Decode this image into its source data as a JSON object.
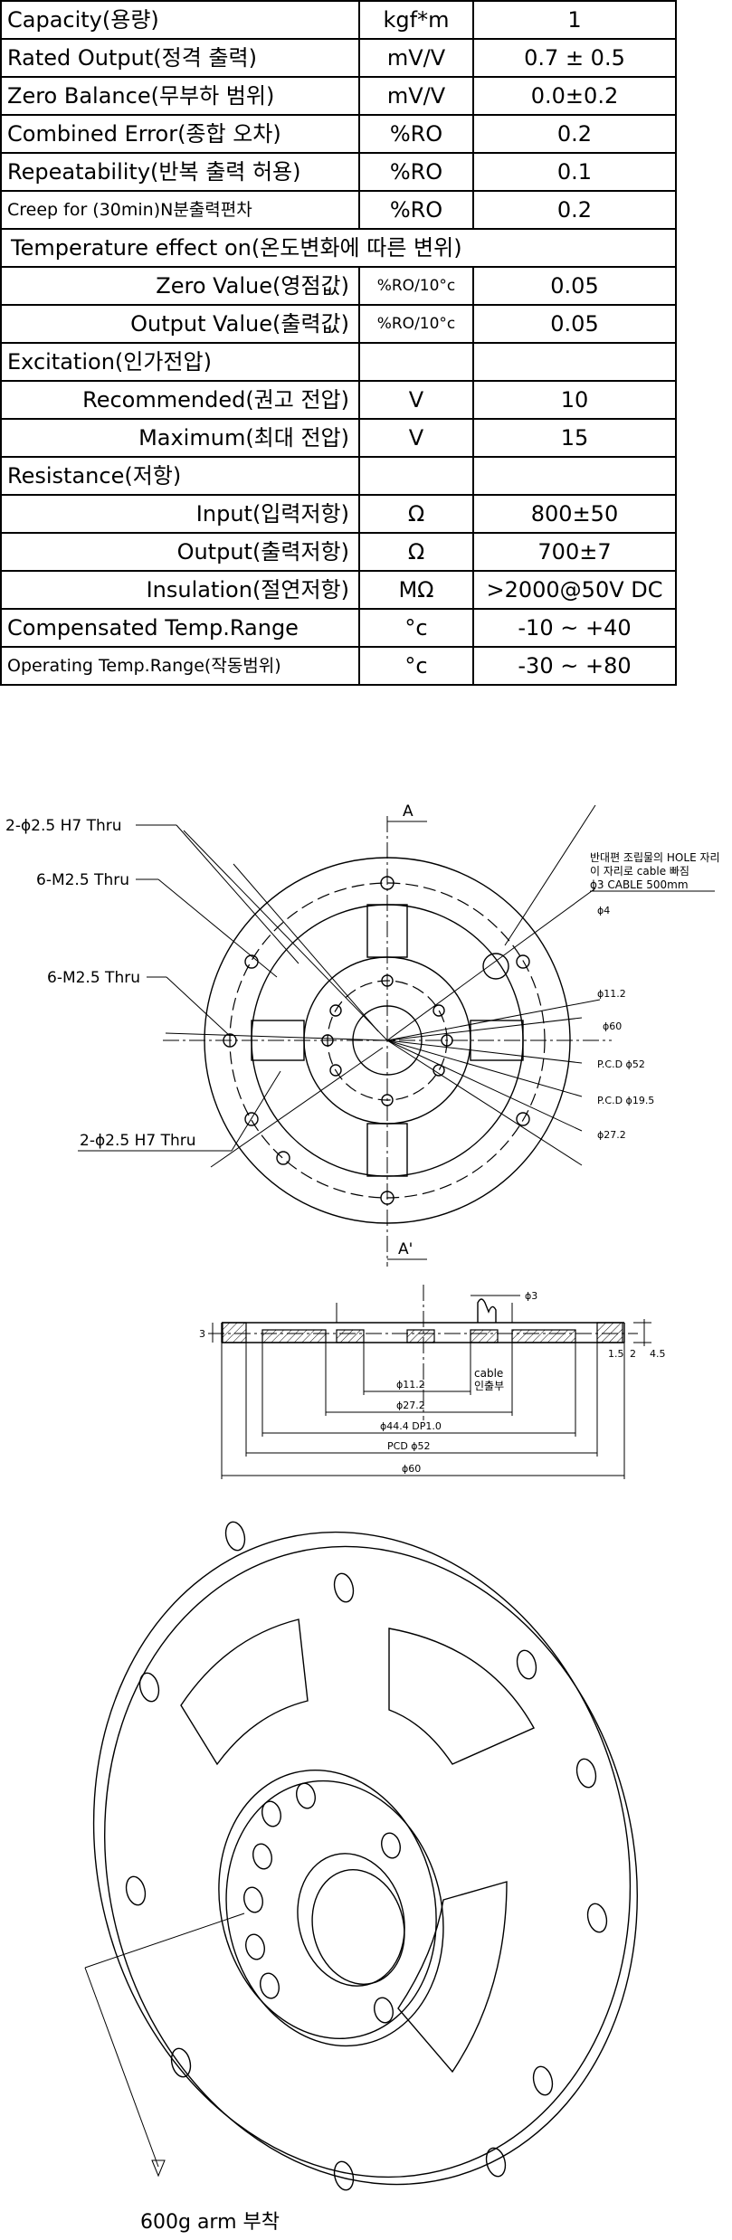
{
  "spec_table": {
    "rows": [
      {
        "param": "Capacity(용량)",
        "unit": "kgf*m",
        "value": "1"
      },
      {
        "param": "Rated Output(정격 출력)",
        "unit": "mV/V",
        "value": "0.7 ± 0.5"
      },
      {
        "param": "Zero Balance(무부하 범위)",
        "unit": "mV/V",
        "value": "0.0±0.2"
      },
      {
        "param": "Combined Error(종합 오차)",
        "unit": "%RO",
        "value": "0.2"
      },
      {
        "param": "Repeatability(반복 출력 허용)",
        "unit": "%RO",
        "value": "0.1"
      },
      {
        "param": "Creep for (30min)N분출력편차",
        "unit": "%RO",
        "value": "0.2"
      },
      {
        "param": "Temperature effect on(온도변화에 따른 변위)",
        "unit": "",
        "value": ""
      },
      {
        "param": "Zero Value(영점값)",
        "unit": "%RO/10°c",
        "value": "0.05"
      },
      {
        "param": "Output Value(출력값)",
        "unit": "%RO/10°c",
        "value": "0.05"
      },
      {
        "param": "Excitation(인가전압)",
        "unit": "",
        "value": ""
      },
      {
        "param": "Recommended(권고 전압)",
        "unit": "V",
        "value": "10"
      },
      {
        "param": "Maximum(최대 전압)",
        "unit": "V",
        "value": "15"
      },
      {
        "param": "Resistance(저항)",
        "unit": "",
        "value": ""
      },
      {
        "param": "Input(입력저항)",
        "unit": "Ω",
        "value": "800±50"
      },
      {
        "param": "Output(출력저항)",
        "unit": "Ω",
        "value": "700±7"
      },
      {
        "param": "Insulation(절연저항)",
        "unit": "MΩ",
        "value": ">2000@50V DC"
      },
      {
        "param": "Compensated Temp.Range",
        "unit": "°c",
        "value": "-10 ~ +40"
      },
      {
        "param": "Operating Temp.Range(작동범위)",
        "unit": "°c",
        "value": "-30 ~ +80"
      }
    ]
  },
  "front_view": {
    "callout_2phi_top": "2-ϕ2.5 H7 Thru",
    "callout_6m_upper": "6-M2.5 Thru",
    "callout_6m_left": "6-M2.5 Thru",
    "callout_2phi_bottom": "2-ϕ2.5 H7 Thru",
    "section_a": "A",
    "section_a_prime": "A'",
    "note_line1": "반대편 조립물의 HOLE 자리",
    "note_line2": "이 자리로 cable 빠짐",
    "note_line3": "ϕ3 CABLE 500mm",
    "dim_phi4": "ϕ4",
    "dim_phi11_2": "ϕ11.2",
    "dim_phi60": "ϕ60",
    "dim_pcd52": "P.C.D ϕ52",
    "dim_pcd19_5": "P.C.D ϕ19.5",
    "dim_phi27_2": "ϕ27.2"
  },
  "section_view": {
    "dim_phi3": "ϕ3",
    "dim_3": "3",
    "dim_1_5": "1.5",
    "dim_2": "2",
    "dim_4_5": "4.5",
    "dim_phi11_2": "ϕ11.2",
    "dim_phi27_2": "ϕ27.2",
    "dim_phi44_4": "ϕ44.4 DP1.0",
    "dim_pcd52": "PCD ϕ52",
    "dim_phi60": "ϕ60",
    "cable_label_1": "cable",
    "cable_label_2": "인출부"
  },
  "iso_view": {
    "arm_note": "600g arm 부착"
  }
}
